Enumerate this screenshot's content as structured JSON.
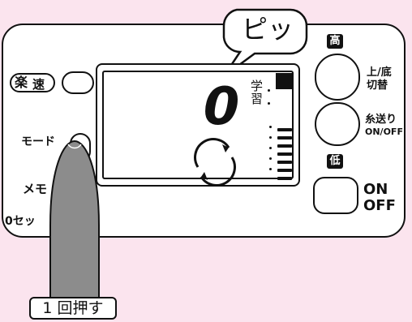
{
  "speech_bubble": {
    "text": "ピッ"
  },
  "left_controls": {
    "raku_label": "楽",
    "soku_label": "速",
    "mode_label": "モード",
    "memo_label": "メモ",
    "zero_set_label": "0セッ"
  },
  "display": {
    "digit": "0",
    "learn_label": "学習",
    "level_bars": 7
  },
  "right_controls": {
    "high_icon": "高",
    "low_icon": "低",
    "top_bottom_label_1": "上/底",
    "top_bottom_label_2": "切替",
    "feed_label_1": "糸送り",
    "feed_label_2": "ON/OFF",
    "power_label_1": "ON",
    "power_label_2": "OFF"
  },
  "instruction": {
    "text": "1 回押す"
  },
  "colors": {
    "background": "#fbe4ee",
    "finger": "#8c8c8c",
    "line": "#111111"
  }
}
